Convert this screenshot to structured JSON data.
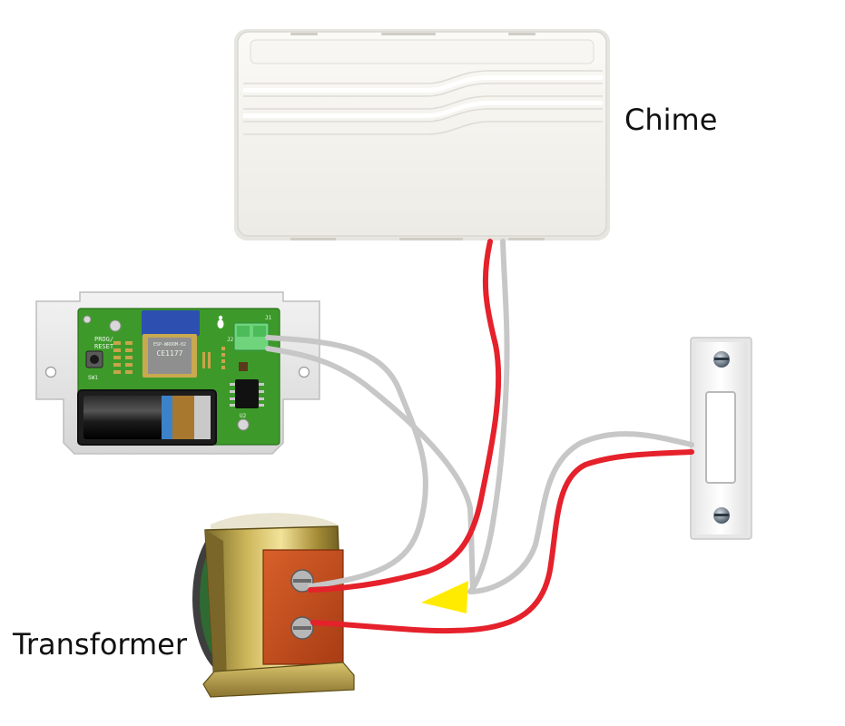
{
  "labels": {
    "chime": "Chime",
    "transformer": "Transformer"
  },
  "pcb": {
    "button_label_1": "PROG/",
    "button_label_2": "RESET",
    "switch_ref": "SW1",
    "module_line_1": "ESP-WROOM-02",
    "module_line_2": "CE1177",
    "terminal_ref": "J1",
    "header_ref": "J2",
    "chip_ref": "U2"
  },
  "wire_colors": {
    "red": "#e5212b",
    "gray": "#c7c7c7",
    "arrow": "#ffeb00"
  },
  "icons": {
    "chime": "chime-housing",
    "transformer": "step-down-transformer",
    "board": "wifi-controller-board",
    "doorbell": "doorbell-push-button"
  }
}
